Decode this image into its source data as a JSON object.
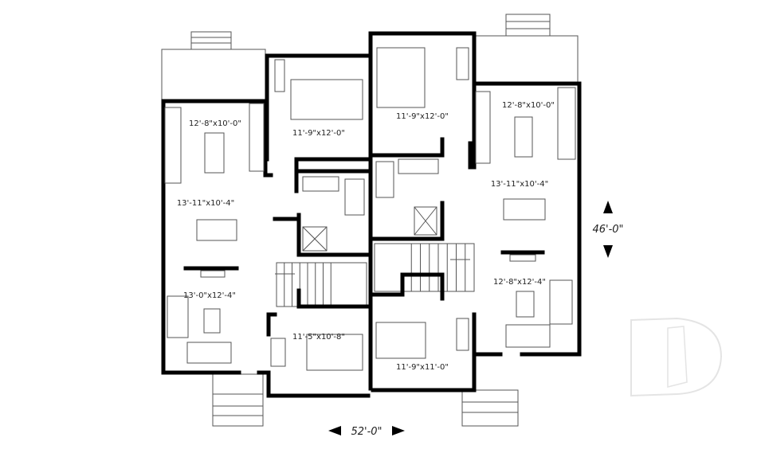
{
  "left_unit": {
    "kitchen": "12'-8\"x10'-0\"",
    "bedroom_top": "11'-9\"x12'-0\"",
    "dining": "13'-11\"x10'-4\"",
    "living": "13'-0\"x12'-4\"",
    "bedroom_bottom": "11'-5\"x10'-8\""
  },
  "right_unit": {
    "bedroom_top": "11'-9\"x12'-0\"",
    "kitchen": "12'-8\"x10'-0\"",
    "dining": "13'-11\"x10'-4\"",
    "living": "12'-8\"x12'-4\"",
    "bedroom_bottom": "11'-9\"x11'-0\""
  },
  "dimensions": {
    "depth": "46'-0\"",
    "width": "52'-0\""
  },
  "logo": "D"
}
